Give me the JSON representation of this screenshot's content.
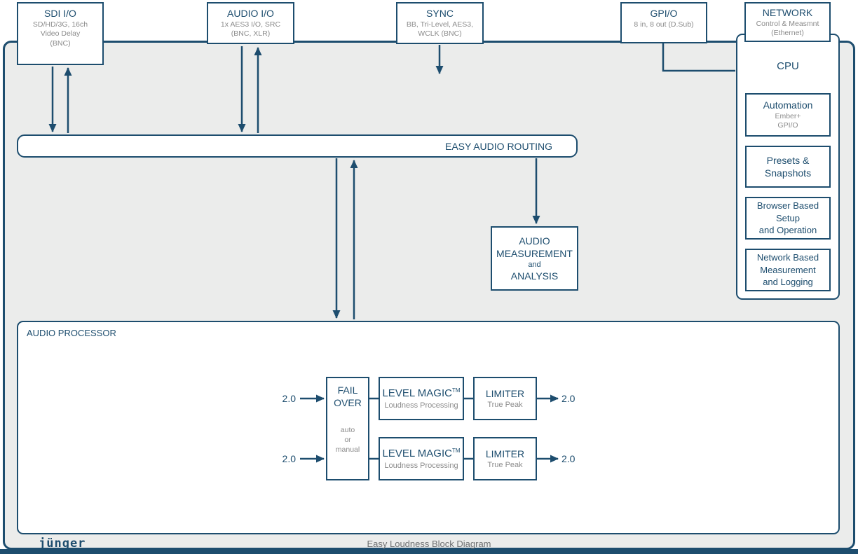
{
  "colors": {
    "navy": "#1d4d6e",
    "grey_text": "#8b8b8b",
    "frame_bg": "#ebeceb",
    "box_bg": "#ffffff"
  },
  "top_boxes": {
    "sdi": {
      "title": "SDI I/O",
      "lines": [
        "SD/HD/3G, 16ch",
        "Video Delay",
        "(BNC)"
      ]
    },
    "audio": {
      "title": "AUDIO I/O",
      "lines": [
        "1x AES3 I/O, SRC",
        "(BNC, XLR)"
      ]
    },
    "sync": {
      "title": "SYNC",
      "lines": [
        "BB, Tri-Level, AES3,",
        "WCLK (BNC)"
      ]
    },
    "gpio": {
      "title": "GPI/O",
      "lines": [
        "8 in, 8 out (D.Sub)"
      ]
    },
    "network": {
      "title": "NETWORK",
      "lines": [
        "Control & Measmnt",
        "(Ethernet)"
      ]
    }
  },
  "routing": {
    "label": "EASY AUDIO ROUTING"
  },
  "measurement": {
    "lines": [
      "AUDIO",
      "MEASUREMENT",
      "and",
      "ANALYSIS"
    ]
  },
  "cpu": {
    "title": "CPU",
    "automation": {
      "title": "Automation",
      "lines": [
        "Ember+",
        "GPI/O"
      ]
    },
    "presets": {
      "lines": [
        "Presets &",
        "Snapshots"
      ]
    },
    "browser": {
      "lines": [
        "Browser Based",
        "Setup",
        "and Operation"
      ]
    },
    "network_based": {
      "lines": [
        "Network Based",
        "Measurement",
        "and Logging"
      ]
    }
  },
  "processor": {
    "label": "AUDIO PROCESSOR",
    "failover": {
      "title_lines": [
        "FAIL",
        "OVER"
      ],
      "mode_lines": [
        "auto",
        "or",
        "manual"
      ]
    },
    "rows": [
      {
        "input": "2.0",
        "level_magic": {
          "title": "LEVEL MAGIC",
          "tm": "TM",
          "subtitle": "Loudness Processing"
        },
        "limiter": {
          "title": "LIMITER",
          "subtitle": "True Peak"
        },
        "output": "2.0"
      },
      {
        "input": "2.0",
        "level_magic": {
          "title": "LEVEL MAGIC",
          "tm": "TM",
          "subtitle": "Loudness Processing"
        },
        "limiter": {
          "title": "LIMITER",
          "subtitle": "True Peak"
        },
        "output": "2.0"
      }
    ]
  },
  "footer": {
    "logo": "jünger",
    "caption": "Easy Loudness Block Diagram"
  }
}
